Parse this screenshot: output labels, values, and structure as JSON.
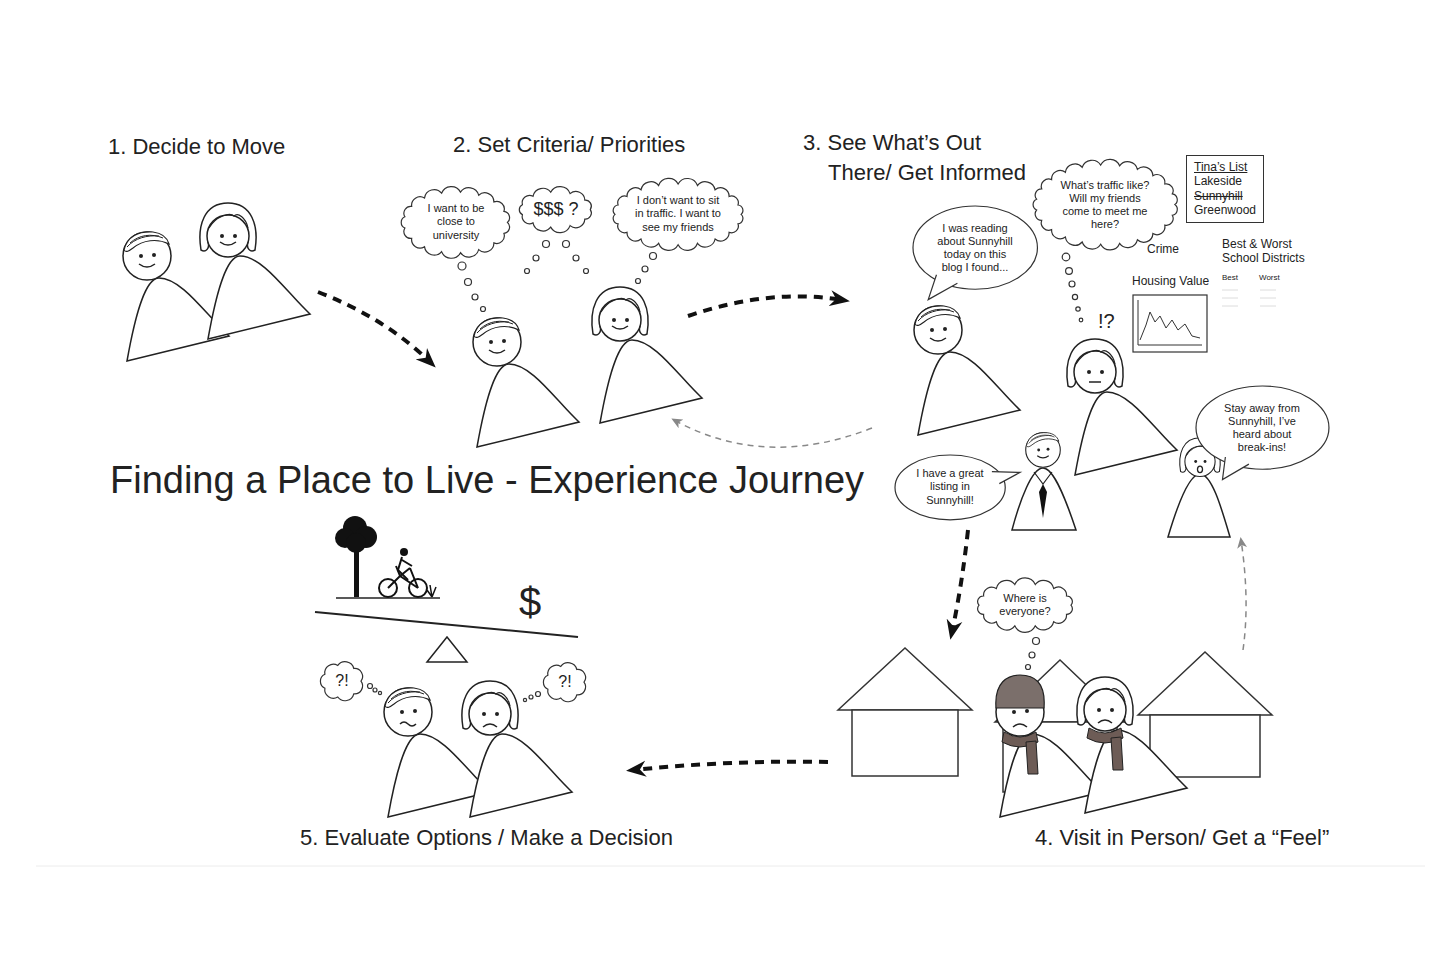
{
  "diagram": {
    "title": "Finding a Place to Live - Experience Journey",
    "nodes": [
      {
        "text": [
          "I want to be close to university"
        ]
      },
      {
        "text": [
          "$$$ ?"
        ]
      },
      {
        "text": [
          "I don’t want to sit in traffic. I want to see my friends"
        ]
      },
      {
        "text": [
          "I was reading about Sunnyhill today on this blog I found..."
        ]
      },
      {
        "text": [
          "What’s traffic like? Will my friends come to meet me here?"
        ]
      },
      {
        "text": [
          "Tina’s List",
          "Lakeside",
          "Sunnyhill",
          "Greenwood"
        ]
      },
      {
        "text": [
          "Stay away from Sunnyhill, I’ve heard about break-ins!"
        ]
      },
      {
        "text": [
          "I have a great listing in Sunnyhill!"
        ]
      },
      {
        "text": [
          "Where is everyone?"
        ]
      },
      {
        "text": [
          "?!"
        ]
      },
      {
        "text": [
          "?!"
        ]
      }
    ],
    "labels": [
      "1. Decide to Move",
      "2. Set Criteria/ Priorities",
      "3. See What’s Out There/ Get Informed",
      "!?",
      "Crime",
      "Housing Value",
      "Best & Worst School Districts",
      "Best",
      "Worst",
      "$",
      "4. Visit in Person/ Get a “Feel”",
      "5. Evaluate Options / Make a Decision"
    ]
  }
}
